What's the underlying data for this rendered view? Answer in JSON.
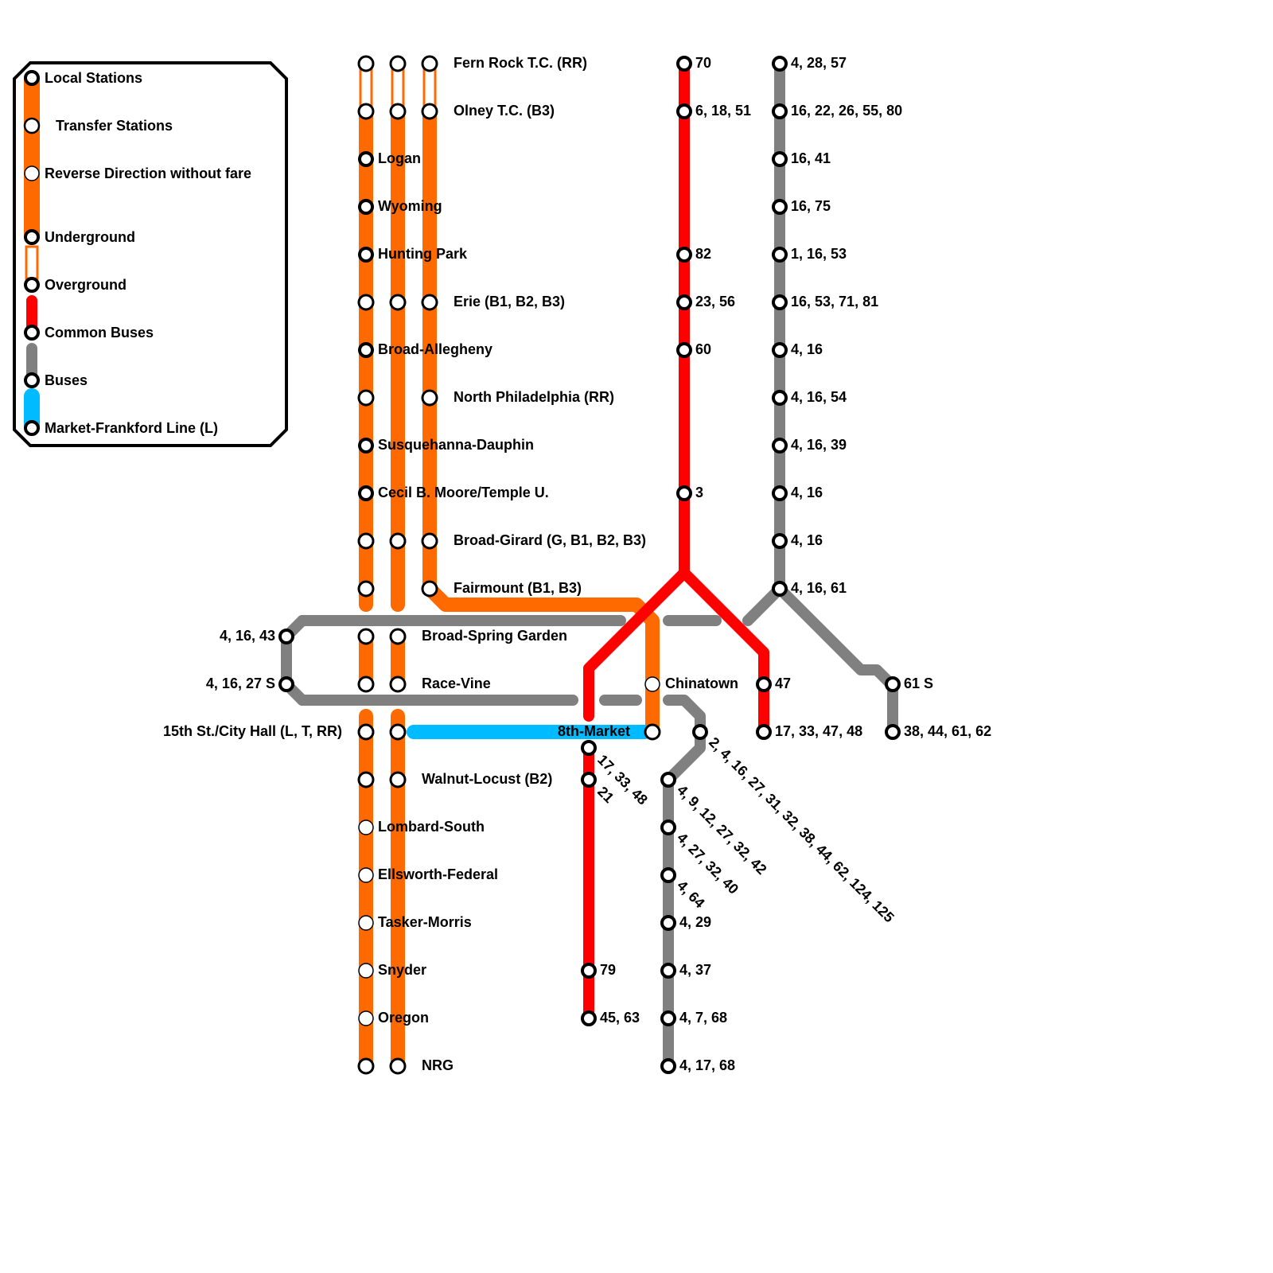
{
  "colors": {
    "broad_street": "#ff6a00",
    "common_bus": "#ff0000",
    "bus": "#808080",
    "market_frankford": "#00bbff",
    "station_stroke": "#000000",
    "background": "#ffffff"
  },
  "legend": {
    "local_stations": "Local Stations",
    "transfer_stations": "Transfer Stations",
    "reverse_direction": "Reverse Direction without fare",
    "underground": "Underground",
    "overground": "Overground",
    "common_buses": "Common Buses",
    "buses": "Buses",
    "market_frankford": "Market-Frankford Line (L)"
  },
  "broad_street_stations": {
    "fern_rock": "Fern Rock T.C. (RR)",
    "olney": "Olney T.C. (B3)",
    "logan": "Logan",
    "wyoming": "Wyoming",
    "hunting_park": "Hunting Park",
    "erie": "Erie (B1, B2, B3)",
    "broad_allegheny": "Broad-Allegheny",
    "north_philadelphia": "North Philadelphia (RR)",
    "susquehanna_dauphin": "Susquehanna-Dauphin",
    "cecil_b_moore": "Cecil B. Moore/Temple U.",
    "broad_girard": "Broad-Girard (G, B1, B2, B3)",
    "fairmount": "Fairmount (B1, B3)",
    "broad_spring_garden": "Broad-Spring Garden",
    "race_vine": "Race-Vine",
    "city_hall": "15th St./City Hall (L, T, RR)",
    "walnut_locust": "Walnut-Locust (B2)",
    "lombard_south": "Lombard-South",
    "ellsworth_federal": "Ellsworth-Federal",
    "tasker_morris": "Tasker-Morris",
    "snyder": "Snyder",
    "oregon": "Oregon",
    "nrg": "NRG",
    "chinatown": "Chinatown",
    "eighth_market": "8th-Market"
  },
  "red_line_stops": {
    "s70": "70",
    "s6_18_51": "6, 18, 51",
    "s82": "82",
    "s23_56": "23, 56",
    "s60": "60",
    "s3": "3",
    "s47": "47",
    "s17_33_47_48": "17, 33, 47, 48",
    "s17_33_48": "17, 33, 48",
    "s21": "21",
    "s79": "79",
    "s45_63": "45, 63"
  },
  "gray_line_stops": {
    "g4_28_57": "4, 28, 57",
    "g16_22_26_55_80": "16, 22, 26, 55, 80",
    "g16_41": "16, 41",
    "g16_75": "16, 75",
    "g1_16_53": "1, 16, 53",
    "g16_53_71_81": "16, 53, 71, 81",
    "g4_16_a": "4, 16",
    "g4_16_54": "4, 16, 54",
    "g4_16_39": "4, 16, 39",
    "g4_16_b": "4, 16",
    "g4_16_c": "4, 16",
    "g4_16_61": "4, 16, 61",
    "g61s": "61 S",
    "g38_44_61_62": "38, 44, 61, 62",
    "g4_16_43": "4, 16, 43",
    "g4_16_27s": "4, 16, 27 S",
    "g_hub": "2, 4, 16, 27, 31, 32, 38, 44, 62, 124, 125",
    "g4_9_12_27_32_42": "4, 9, 12, 27, 32, 42",
    "g4_27_32_40": "4, 27, 32, 40",
    "g4_64": "4, 64",
    "g4_29": "4, 29",
    "g4_37": "4, 37",
    "g4_7_68": "4, 7, 68",
    "g4_17_68": "4, 17, 68"
  }
}
